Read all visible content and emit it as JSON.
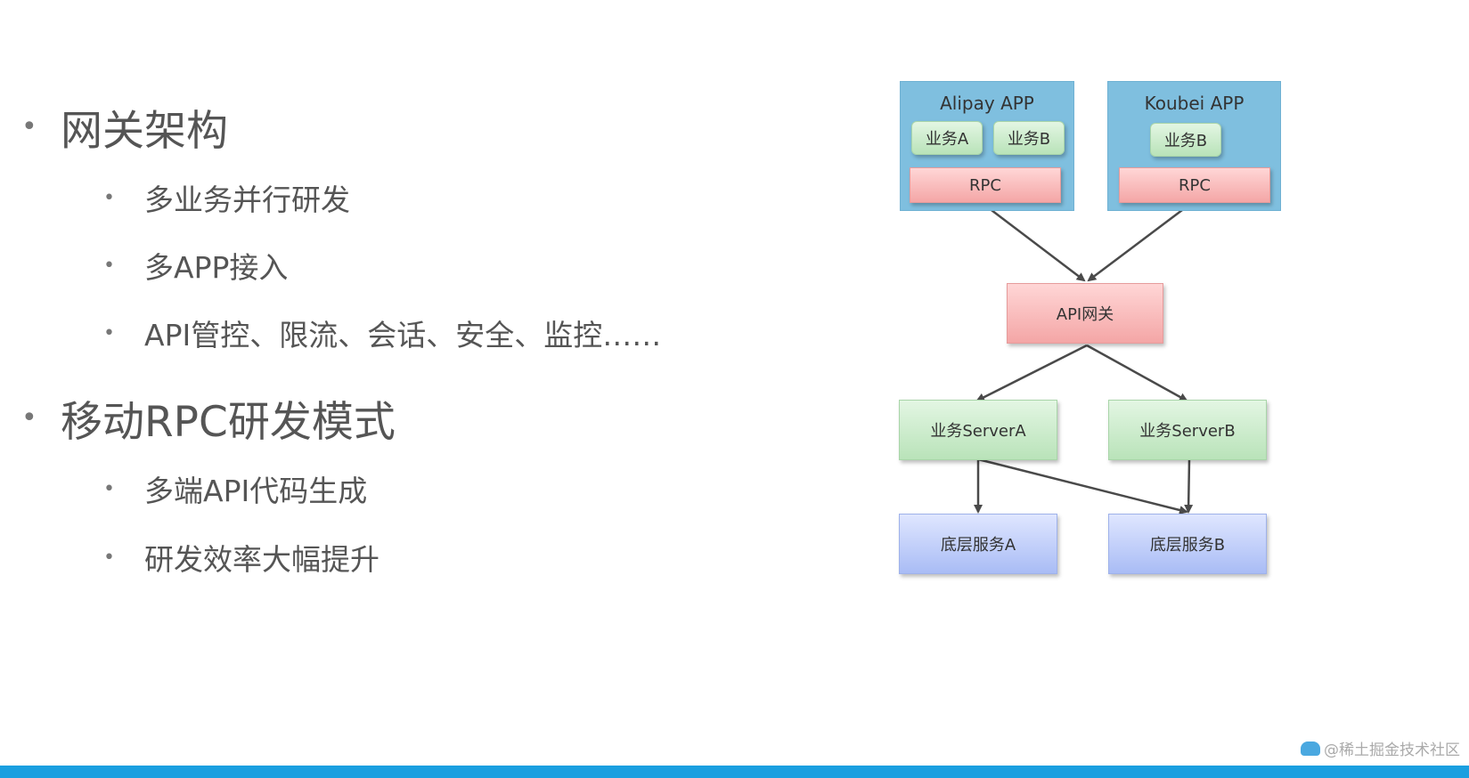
{
  "bullets": [
    {
      "text": "网关架构",
      "level": 1
    },
    {
      "text": "多业务并行研发",
      "level": 2
    },
    {
      "text": "多APP接入",
      "level": 2
    },
    {
      "text": "API管控、限流、会话、安全、监控……",
      "level": 2
    },
    {
      "text": "移动RPC研发模式",
      "level": 1
    },
    {
      "text": "多端API代码生成",
      "level": 2
    },
    {
      "text": "研发效率大幅提升",
      "level": 2
    }
  ],
  "diagram": {
    "alipay": {
      "title": "Alipay APP",
      "biz_a": "业务A",
      "biz_b": "业务B",
      "rpc": "RPC"
    },
    "koubei": {
      "title": "Koubei APP",
      "biz_b": "业务B",
      "rpc": "RPC"
    },
    "gateway": "API网关",
    "server_a": "业务ServerA",
    "server_b": "业务ServerB",
    "base_a": "底层服务A",
    "base_b": "底层服务B"
  },
  "watermark": "@稀土掘金技术社区",
  "colors": {
    "app_box": "#7fbfdf",
    "bottom_bar": "#1a9fe0",
    "arrow": "#4a4a4a"
  }
}
